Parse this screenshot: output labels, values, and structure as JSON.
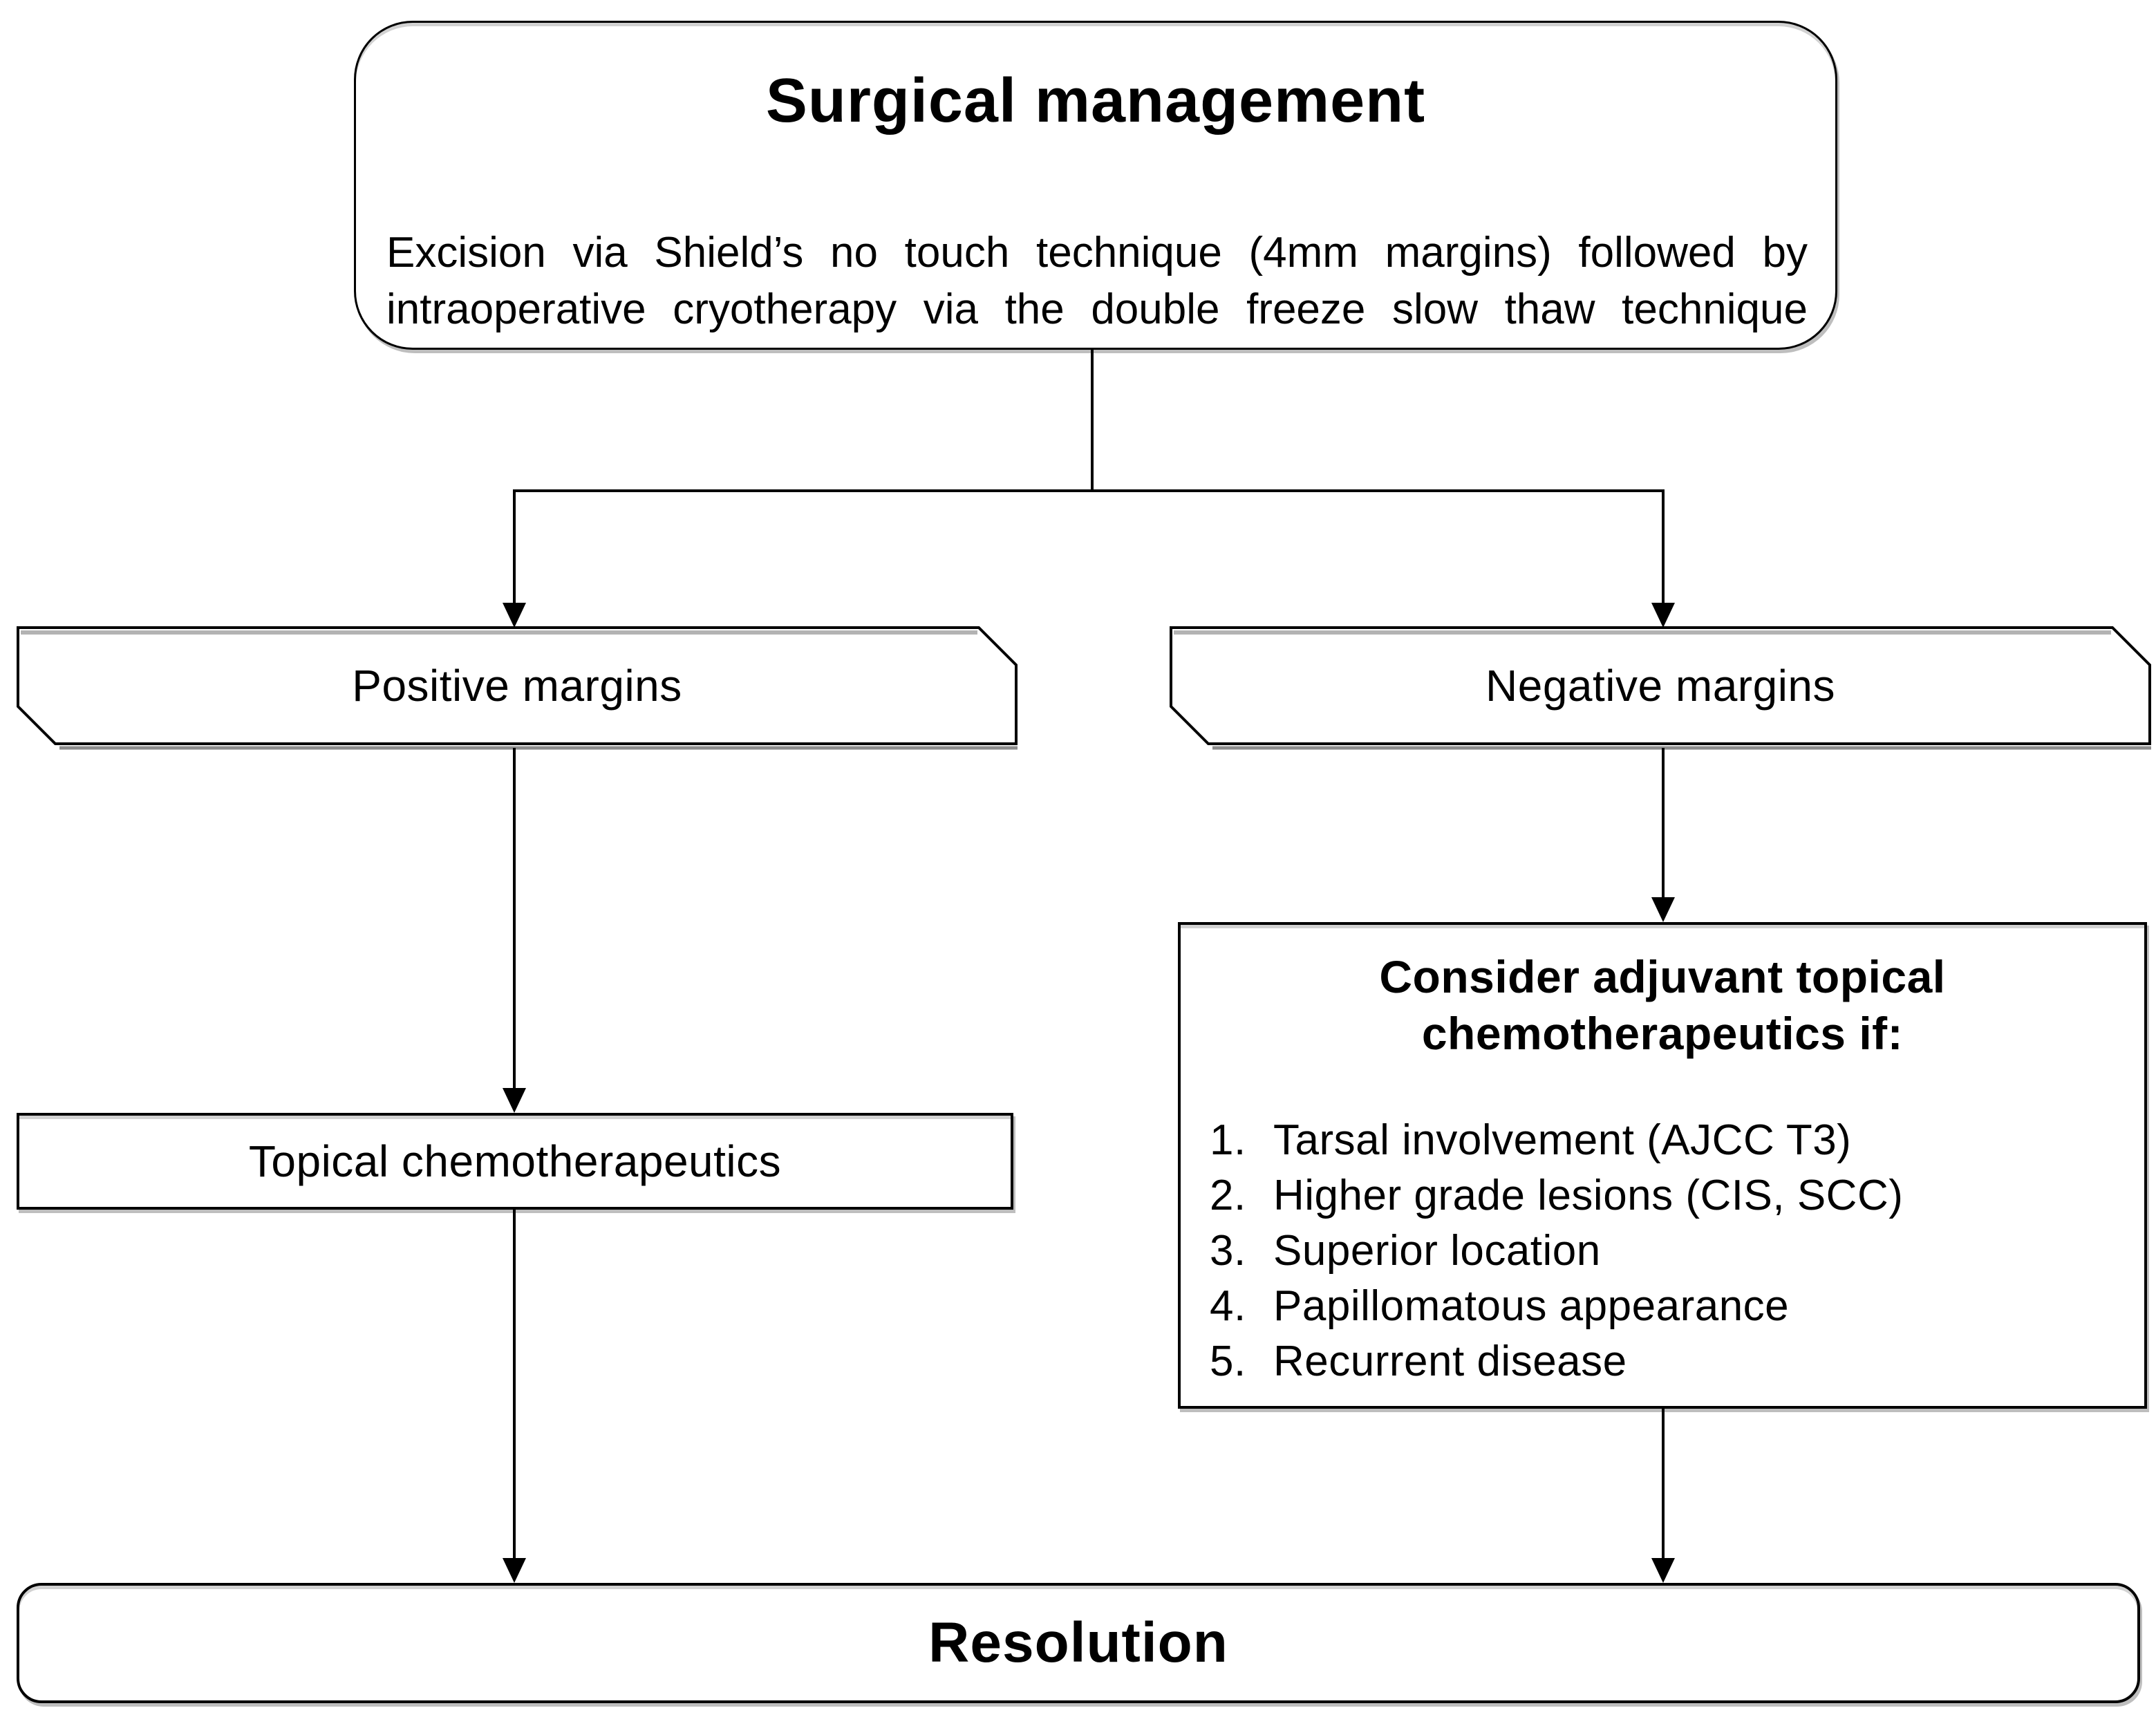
{
  "palette": {
    "ink": "#000000",
    "paper": "#ffffff"
  },
  "nodes": {
    "surgical": {
      "title": "Surgical management",
      "subtitle_line1": "Excision via Shield’s no touch technique (4mm margins) followed by",
      "subtitle_line2": "intraoperative cryotherapy via the double freeze slow thaw technique"
    },
    "positive": {
      "label": "Positive margins"
    },
    "negative": {
      "label": "Negative margins"
    },
    "topical": {
      "label": "Topical chemotherapeutics"
    },
    "consider": {
      "title_line1": "Consider adjuvant topical",
      "title_line2": "chemotherapeutics if:",
      "items": [
        {
          "num": "1.",
          "text": "Tarsal involvement (AJCC T3)"
        },
        {
          "num": "2.",
          "text": "Higher grade lesions (CIS, SCC)"
        },
        {
          "num": "3.",
          "text": "Superior location"
        },
        {
          "num": "4.",
          "text": "Papillomatous appearance"
        },
        {
          "num": "5.",
          "text": "Recurrent disease"
        }
      ]
    },
    "resolution": {
      "label": "Resolution"
    }
  }
}
